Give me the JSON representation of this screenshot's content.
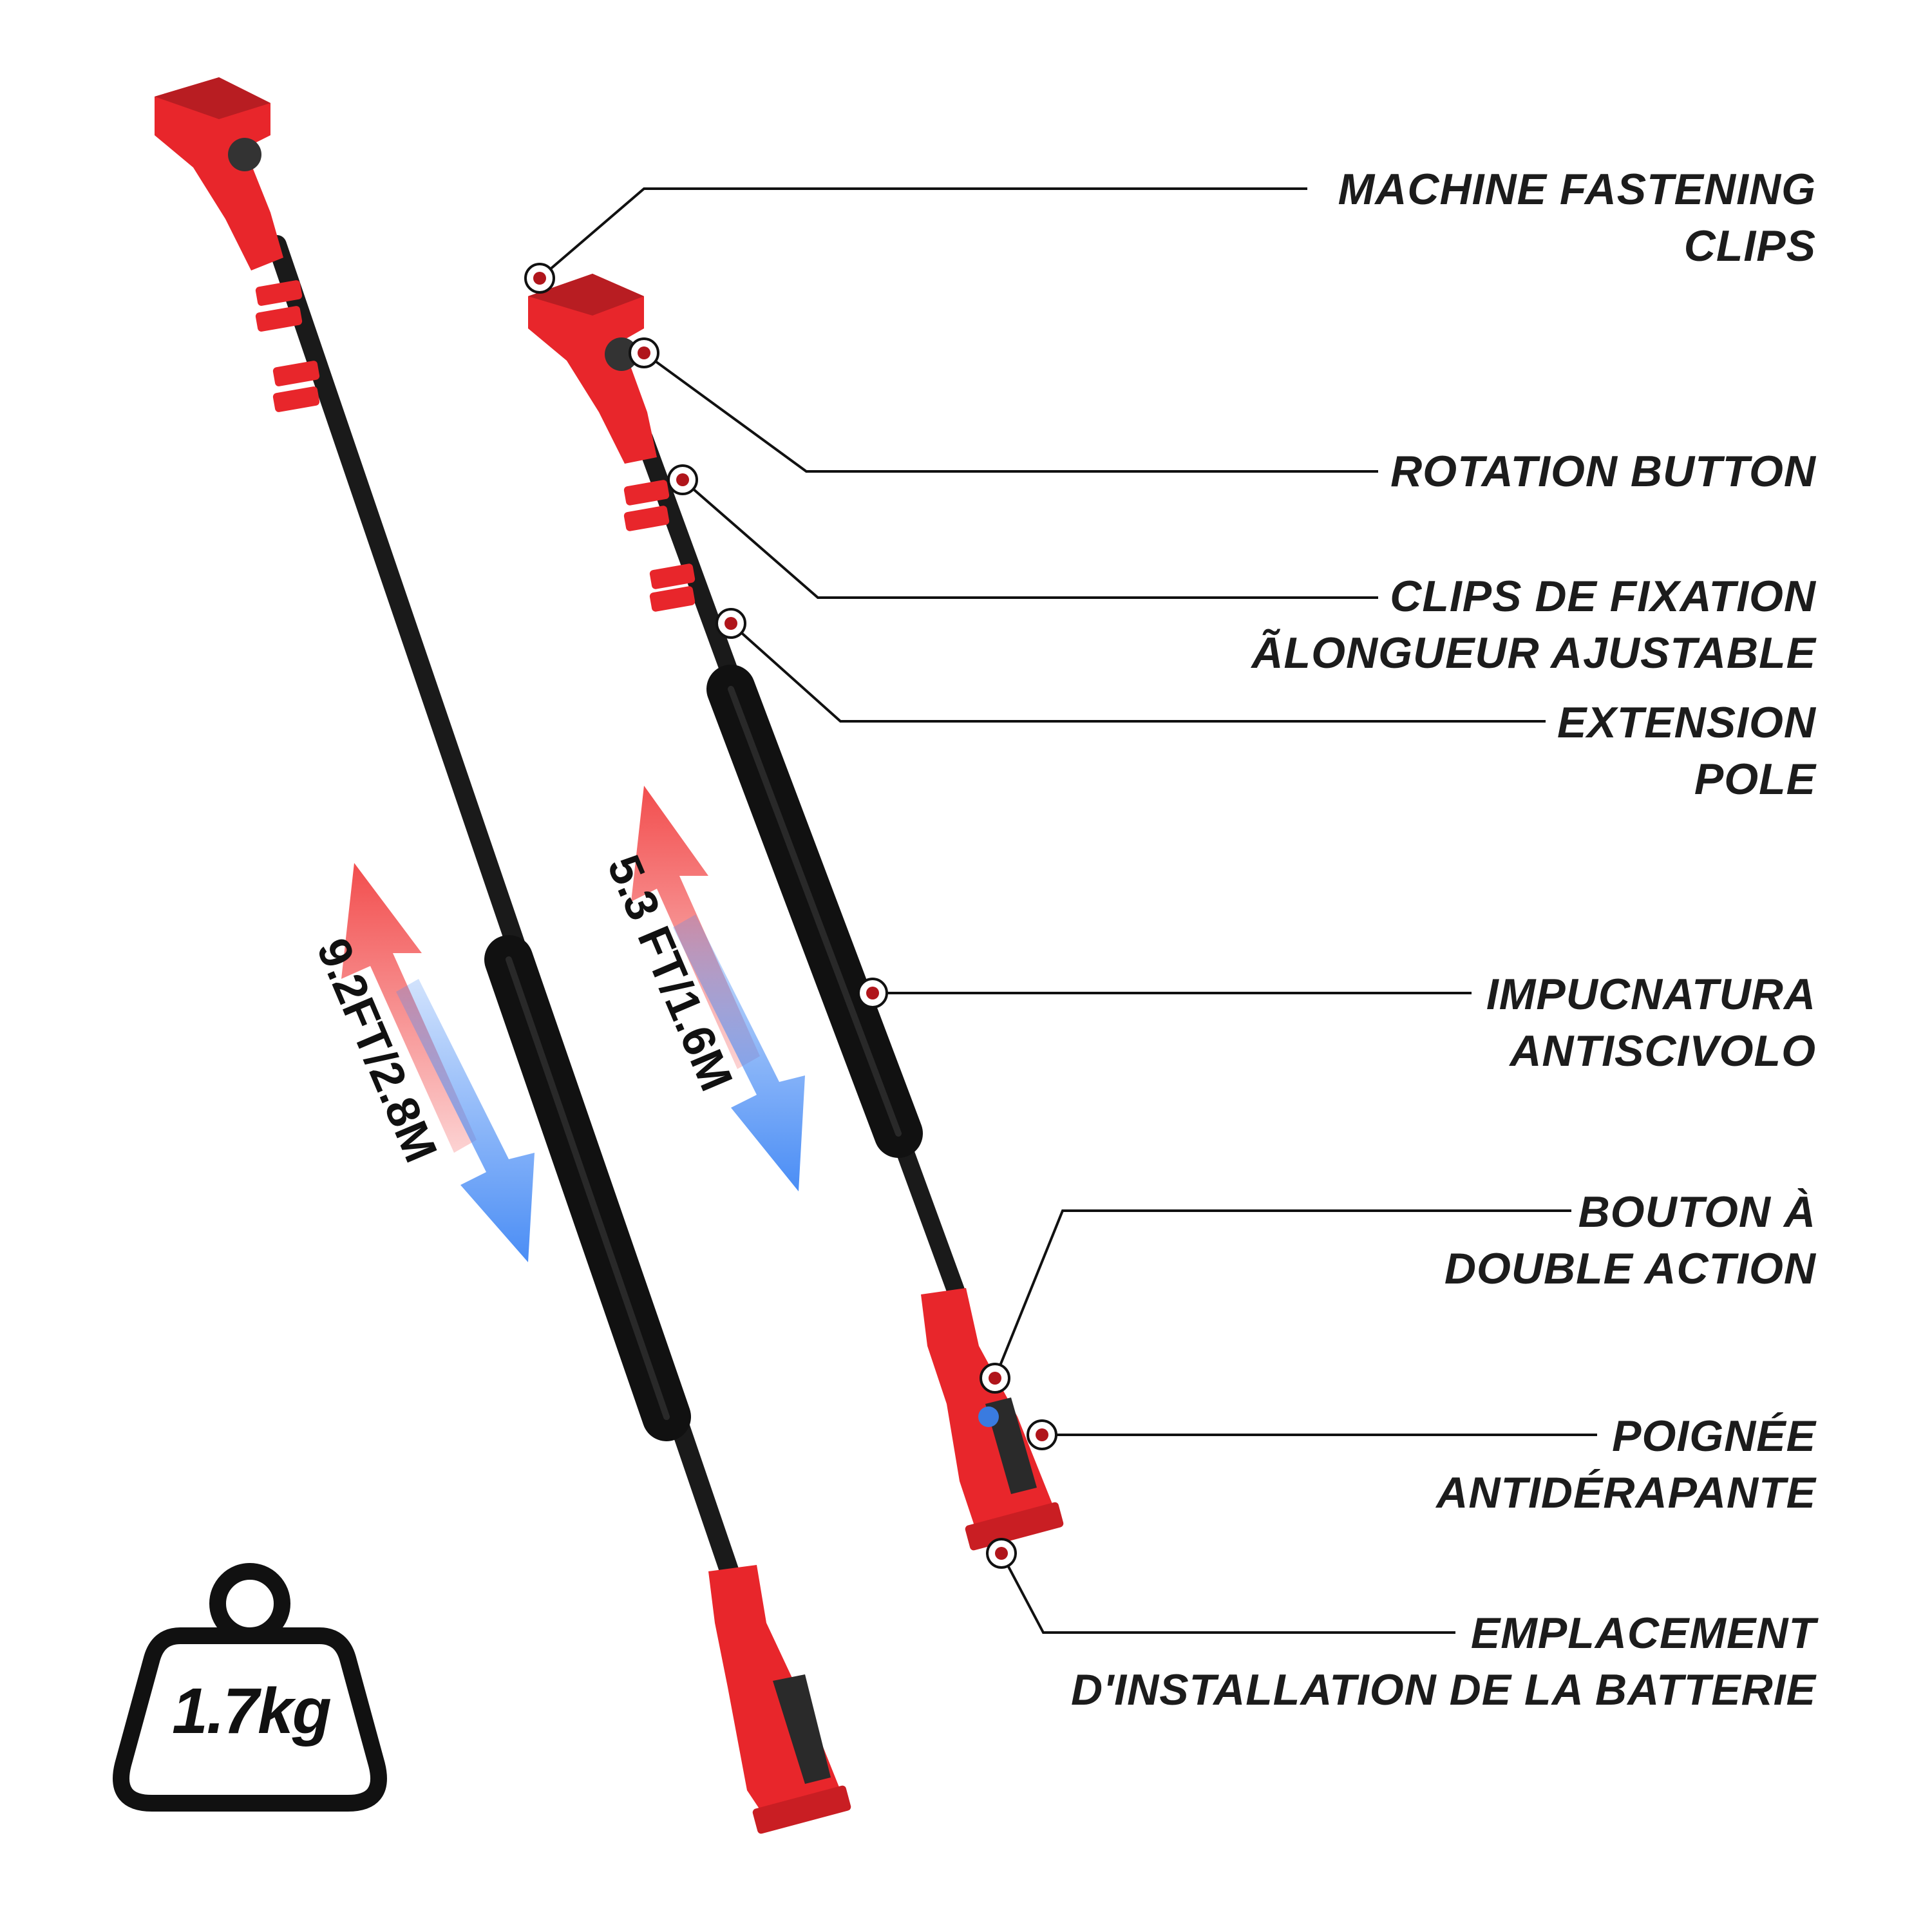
{
  "colors": {
    "tool_red": "#e8262b",
    "tool_dark_red": "#a5151a",
    "pole_black": "#1a1a1a",
    "arrow_red": "#f24d4d",
    "arrow_blue": "#4a8df5",
    "leader_line": "#111111",
    "marker_dot": "#b0151b"
  },
  "callouts": [
    {
      "lines": [
        "MACHINE FASTENING",
        "CLIPS"
      ]
    },
    {
      "lines": [
        "ROTATION BUTTON"
      ]
    },
    {
      "lines": [
        "CLIPS DE FIXATION",
        "ÃLONGUEUR AJUSTABLE"
      ]
    },
    {
      "lines": [
        "EXTENSION",
        "POLE"
      ]
    },
    {
      "lines": [
        "IMPUCNATURA",
        "ANTISCIVOLO"
      ]
    },
    {
      "lines": [
        "BOUTON À",
        "DOUBLE ACTION"
      ]
    },
    {
      "lines": [
        "POIGNÉE",
        "ANTIDÉRAPANTE"
      ]
    },
    {
      "lines": [
        "EMPLACEMENT",
        "D'INSTALLATION DE LA BATTERIE"
      ]
    }
  ],
  "dimensions": {
    "extended": "9.2FT/2.8M",
    "retracted": "5.3 FT/1.6M"
  },
  "weight": {
    "value": "1.7kg",
    "icon": "weight-icon"
  }
}
